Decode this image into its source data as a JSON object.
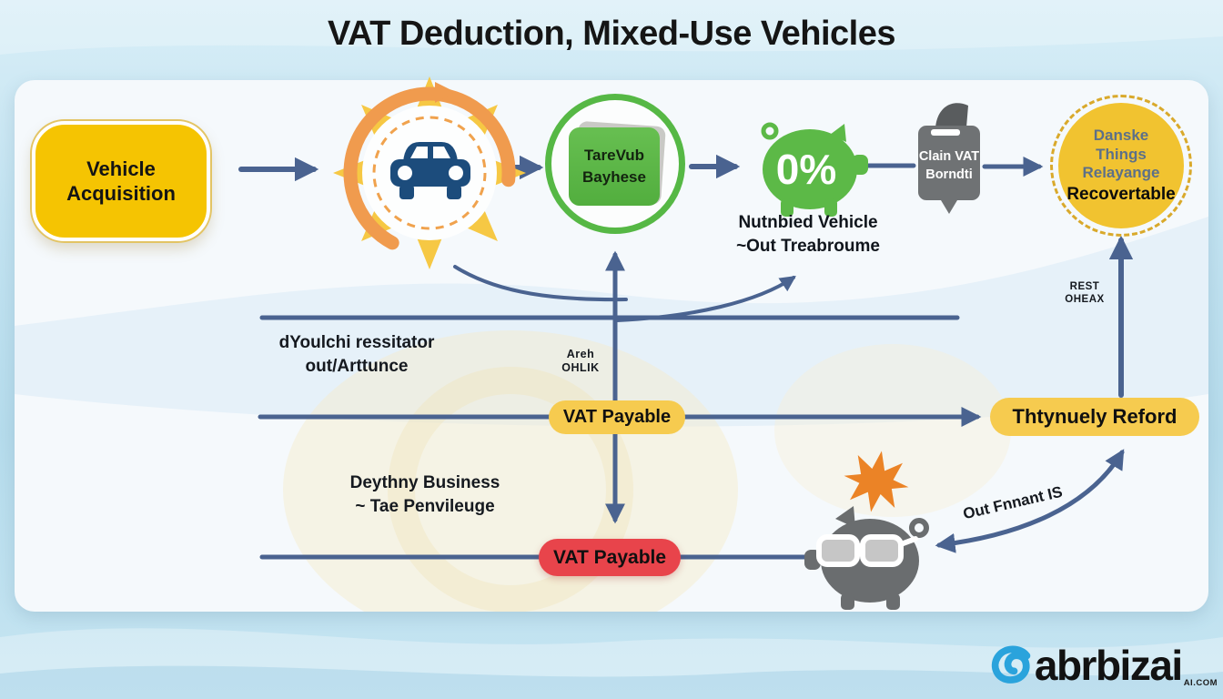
{
  "title": "VAT Deduction, Mixed-Use Vehicles",
  "nodes": {
    "acquisition": {
      "line1": "Vehicle",
      "line2": "Acquisition"
    },
    "folder": {
      "line1": "TareVub",
      "line2": "Bayhese"
    },
    "green_piggy": {
      "value": "0%"
    },
    "piggy_caption": {
      "line1": "Nutnbied Vehicle",
      "line2": "~Out Treabroume"
    },
    "claim_doc": {
      "line1": "Clain VAT",
      "line2": "Borndti"
    },
    "recoverable": {
      "line1": "Danske",
      "line2": "Things",
      "line3": "Relayange",
      "line4": "Recovertable"
    }
  },
  "notes": {
    "resitator": {
      "line1": "dYoulchi ressitator",
      "line2": "out/Arttunce"
    },
    "areh": {
      "line1": "Areh",
      "line2": "OHLIK"
    },
    "rest": {
      "line1": "REST",
      "line2": "OHEAX"
    },
    "business": {
      "line1": "Deythny Business",
      "line2": "~ Tae Penvileuge"
    },
    "out_finance": "Out Fnnant IS"
  },
  "pills": {
    "vat_payable_top": "VAT Payable",
    "refund": "Thtynuely Reford",
    "vat_payable_bottom": "VAT Payable"
  },
  "logo": {
    "name": "abrbizai",
    "suffix": "AI.COM"
  },
  "colors": {
    "arrow_slate": "#4A6390",
    "box_yellow": "#F5C402",
    "pill_yellow": "#F6CB4F",
    "circle_yellow": "#F1C330",
    "green": "#5CB947",
    "red": "#E8444B",
    "doc_gray": "#6F7274",
    "pig_gray": "#6A6D6F",
    "star_orange": "#EB8326",
    "sun_yellow": "#F6C844",
    "sun_orange": "#F09B4E",
    "car_navy": "#1C4C7C",
    "logo_blue": "#2AA3DC"
  }
}
